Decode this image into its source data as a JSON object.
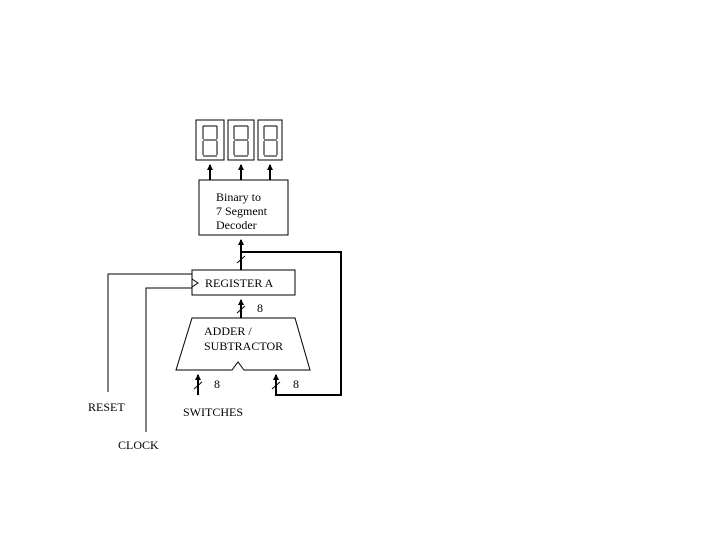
{
  "diagram": {
    "decoder_label_lines": [
      "Binary to",
      "7 Segment",
      "Decoder"
    ],
    "register_label": "REGISTER A",
    "adder_label_lines": [
      "ADDER /",
      "SUBTRACTOR"
    ],
    "bus_width_register_in": "8",
    "bus_width_switches": "8",
    "bus_width_feedback": "8",
    "switches_label": "SWITCHES",
    "reset_label": "RESET",
    "clock_label": "CLOCK"
  }
}
